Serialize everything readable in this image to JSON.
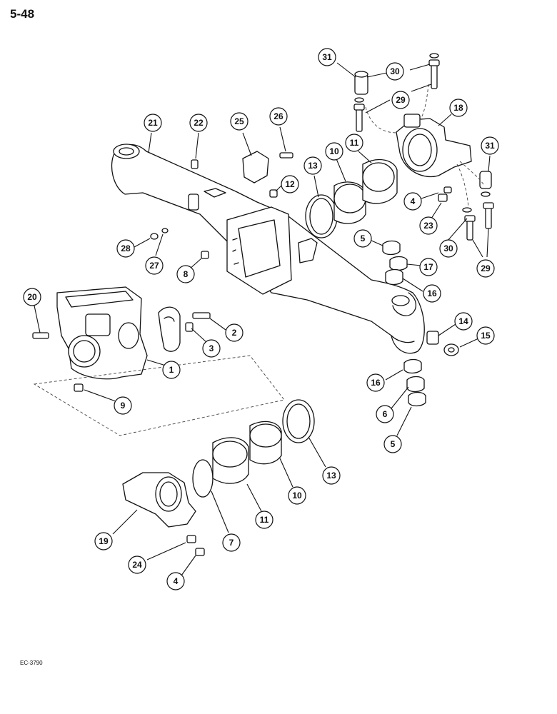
{
  "header": {
    "page_number": "5-48"
  },
  "footer": {
    "figure_code": "EC-3790"
  },
  "callouts": [
    {
      "id": "c31a",
      "label": "31"
    },
    {
      "id": "c30a",
      "label": "30"
    },
    {
      "id": "c29a",
      "label": "29"
    },
    {
      "id": "c18",
      "label": "18"
    },
    {
      "id": "c21",
      "label": "21"
    },
    {
      "id": "c22",
      "label": "22"
    },
    {
      "id": "c25",
      "label": "25"
    },
    {
      "id": "c26",
      "label": "26"
    },
    {
      "id": "c13a",
      "label": "13"
    },
    {
      "id": "c10a",
      "label": "10"
    },
    {
      "id": "c11a",
      "label": "11"
    },
    {
      "id": "c31b",
      "label": "31"
    },
    {
      "id": "c12",
      "label": "12"
    },
    {
      "id": "c4a",
      "label": "4"
    },
    {
      "id": "c23",
      "label": "23"
    },
    {
      "id": "c28",
      "label": "28"
    },
    {
      "id": "c27",
      "label": "27"
    },
    {
      "id": "c8",
      "label": "8"
    },
    {
      "id": "c5a",
      "label": "5"
    },
    {
      "id": "c17",
      "label": "17"
    },
    {
      "id": "c30b",
      "label": "30"
    },
    {
      "id": "c29b",
      "label": "29"
    },
    {
      "id": "c16a",
      "label": "16"
    },
    {
      "id": "c20",
      "label": "20"
    },
    {
      "id": "c2",
      "label": "2"
    },
    {
      "id": "c3",
      "label": "3"
    },
    {
      "id": "c1",
      "label": "1"
    },
    {
      "id": "c14",
      "label": "14"
    },
    {
      "id": "c15",
      "label": "15"
    },
    {
      "id": "c9",
      "label": "9"
    },
    {
      "id": "c16b",
      "label": "16"
    },
    {
      "id": "c6",
      "label": "6"
    },
    {
      "id": "c5b",
      "label": "5"
    },
    {
      "id": "c13b",
      "label": "13"
    },
    {
      "id": "c10b",
      "label": "10"
    },
    {
      "id": "c11b",
      "label": "11"
    },
    {
      "id": "c7",
      "label": "7"
    },
    {
      "id": "c19",
      "label": "19"
    },
    {
      "id": "c24",
      "label": "24"
    },
    {
      "id": "c4b",
      "label": "4"
    }
  ]
}
